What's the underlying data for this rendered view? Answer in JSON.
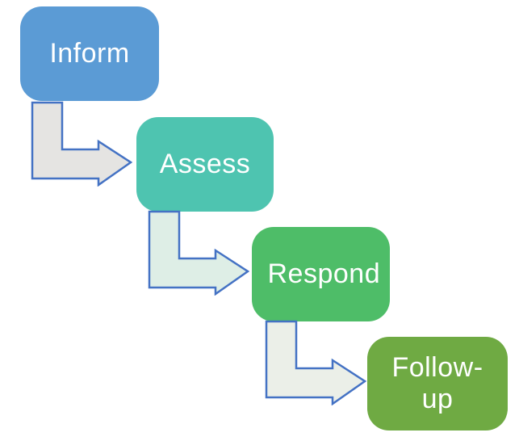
{
  "diagram": {
    "type": "step-down-process-flowchart",
    "text_color": "#ffffff",
    "arrow_stroke_color": "#4472C4",
    "background_color": "#ffffff",
    "steps": [
      {
        "label": "Inform",
        "fill": "#5B9BD5"
      },
      {
        "label": "Assess",
        "fill": "#4EC4B0"
      },
      {
        "label": "Respond",
        "fill": "#4EBD68"
      },
      {
        "label": "Follow-up",
        "fill": "#6FAA43"
      }
    ],
    "arrows": [
      {
        "name": "arrow-inform-to-assess",
        "fill": "#E5E4E2"
      },
      {
        "name": "arrow-assess-to-respond",
        "fill": "#DEEEE6"
      },
      {
        "name": "arrow-respond-to-followup",
        "fill": "#EBEFE8"
      }
    ]
  }
}
